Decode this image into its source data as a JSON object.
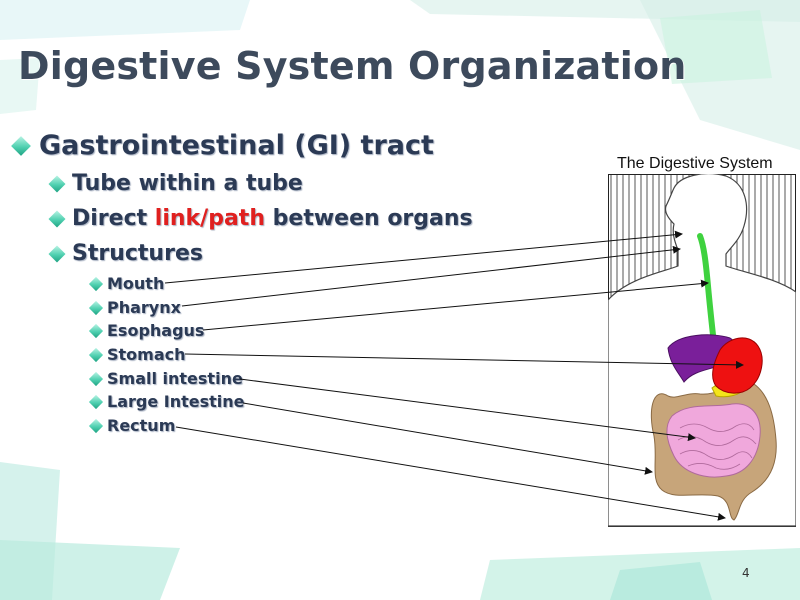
{
  "slide": {
    "title": "Digestive System Organization",
    "page_number": "4"
  },
  "bullets": {
    "main": "Gastrointestinal (GI) tract",
    "sub1": "Tube within a tube",
    "sub2_pre": "Direct ",
    "sub2_highlight": "link/path",
    "sub2_post": " between organs",
    "sub3": "Structures",
    "structures": [
      "Mouth",
      "Pharynx",
      "Esophagus",
      "Stomach",
      "Small intestine",
      "Large Intestine",
      "Rectum"
    ]
  },
  "figure": {
    "title": "The Digestive System"
  },
  "colors": {
    "heading_text": "#3d4a5c",
    "bullet_text": "#2b3a55",
    "highlight_red": "#e0201f",
    "bullet_diamond": "#3cc7a5",
    "esophagus_green": "#3fd23f",
    "liver_purple": "#7a1f9a",
    "stomach_red": "#ee1111",
    "pancreas_yellow": "#f4e41a",
    "intestine_pink": "#f0a8dc",
    "colon_tan": "#c7a57a"
  }
}
